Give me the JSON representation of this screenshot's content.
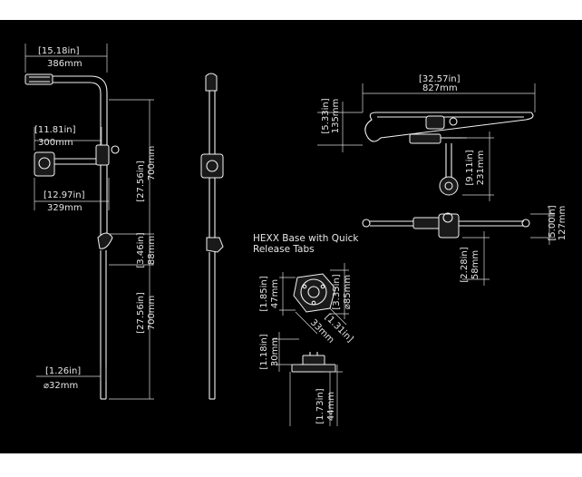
{
  "colors": {
    "background": "#000000",
    "lines": "#e6e6e6"
  },
  "side_view": {
    "top_width_in": "[15.18in]",
    "top_width_mm": "386mm",
    "arm_in": "[11.81in]",
    "arm_mm": "300mm",
    "upper_height_in": "[27.56in]",
    "upper_height_mm": "700mm",
    "reach_in": "[12.97in]",
    "reach_mm": "329mm",
    "joint_in": "[3.46in]",
    "joint_mm": "88mm",
    "lower_height_in": "[27.56in]",
    "lower_height_mm": "700mm",
    "tube_dia_in": "[1.26in]",
    "tube_dia_mm": "⌀32mm"
  },
  "top_view": {
    "width_in": "[32.57in]",
    "width_mm": "827mm",
    "depth_in": "[5.33in]",
    "depth_mm": "135mm",
    "drop_in": "[9.11in]",
    "drop_mm": "231mm"
  },
  "front_view": {
    "height_in": "[5.00in]",
    "height_mm": "127mm",
    "offset_in": "[2.28in]",
    "offset_mm": "58mm"
  },
  "base": {
    "title_line1": "HEXX Base with Quick",
    "title_line2": "Release Tabs",
    "side_in": "[1.85in]",
    "side_mm": "47mm",
    "dia_in": "[3.35in]",
    "dia_mm": "⌀85mm",
    "diag_in": "[1.31in]",
    "diag_mm": "33mm",
    "height_in": "[1.18in]",
    "height_mm": "30mm",
    "bottom_in": "[1.73in]",
    "bottom_mm": "44mm"
  }
}
